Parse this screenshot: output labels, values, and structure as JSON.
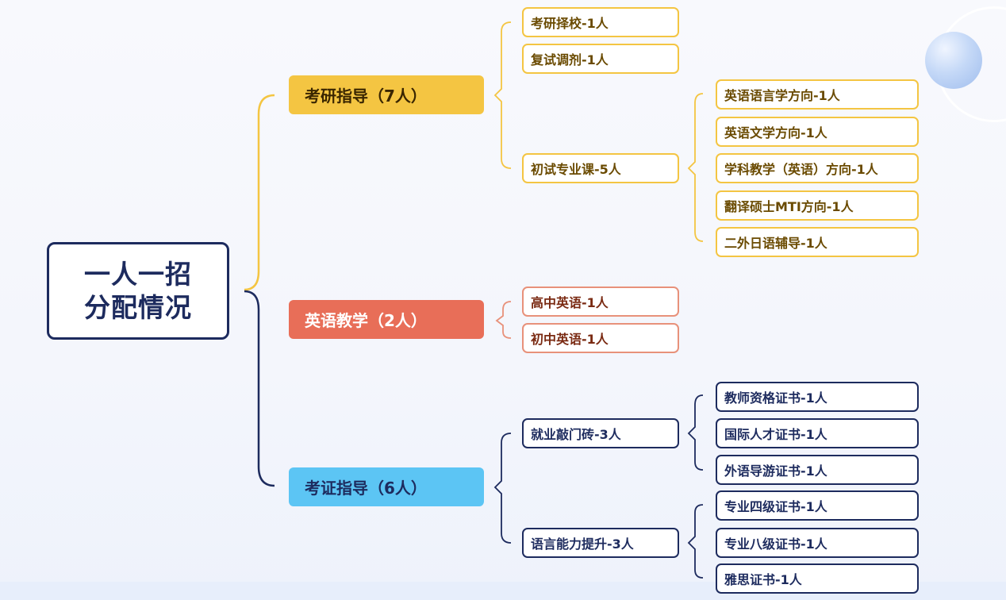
{
  "colors": {
    "gold": "#f4c542",
    "coral": "#e86e58",
    "sky": "#5cc5f4",
    "navy": "#1d2b5e"
  },
  "root": {
    "line1": "一人一招",
    "line2": "分配情况"
  },
  "branches": {
    "kaoyan": {
      "label": "考研指导（7人）",
      "items": {
        "school": "考研择校-1人",
        "retest": "复试调剂-1人",
        "initial": "初试专业课-5人"
      },
      "initial_items": {
        "linguistics": "英语语言学方向-1人",
        "literature": "英语文学方向-1人",
        "pedagogy": "学科教学（英语）方向-1人",
        "mti": "翻译硕士MTI方向-1人",
        "japanese": "二外日语辅导-1人"
      }
    },
    "teaching": {
      "label": "英语教学（2人）",
      "items": {
        "high": "高中英语-1人",
        "middle": "初中英语-1人"
      }
    },
    "cert": {
      "label": "考证指导（6人）",
      "items": {
        "employment": "就业敲门砖-3人",
        "language": "语言能力提升-3人"
      },
      "employment_items": {
        "teacher": "教师资格证书-1人",
        "talent": "国际人才证书-1人",
        "guide": "外语导游证书-1人"
      },
      "language_items": {
        "tem4": "专业四级证书-1人",
        "tem8": "专业八级证书-1人",
        "ielts": "雅思证书-1人"
      }
    }
  }
}
